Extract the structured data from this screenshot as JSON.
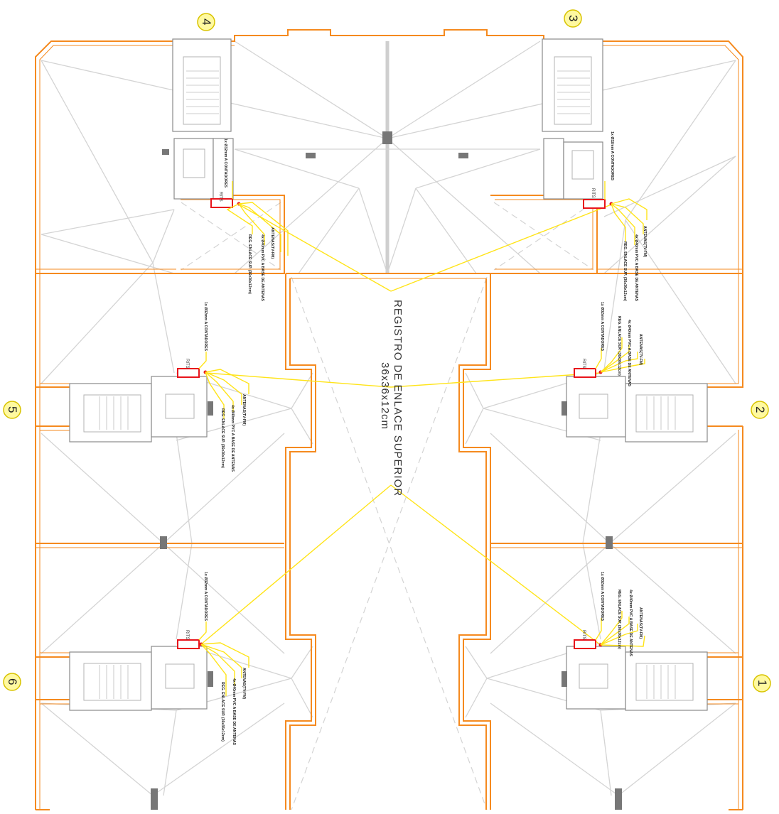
{
  "drawing": {
    "center_label_line1": "REGISTRO DE ENLACE SUPERIOR",
    "center_label_line2": "36x36x12cm"
  },
  "colors": {
    "walls": "#f58a1f",
    "cables": "#ffe419",
    "registers": "#e8141b",
    "roof_lines": "#d4d4d4"
  },
  "towers": [
    {
      "number": "1",
      "rits": "RITS",
      "note1": "1x Ø32mm A CONTADORES",
      "note2": "REG. ENLACE SUP. (36x36x12cm)",
      "note3": "4x Ø40mm PVC A BASE DE ANTENAS",
      "note4": "ANTENAS(TV-FM)"
    },
    {
      "number": "2",
      "rits": "RITS",
      "note1": "1x Ø32mm A CONTADORES",
      "note2": "REG. ENLACE SUP. (36x36x12cm)",
      "note3": "4x Ø40mm PVC A BASE DE ANTENAS",
      "note4": "ANTENAS(TV-FM)"
    },
    {
      "number": "3",
      "rits": "RITS",
      "note1": "1x Ø32mm A CONTADORES",
      "note2": "REG. ENLACE SUP. (36x36x12cm)",
      "note3": "4x Ø40mm PVC A BASE DE ANTENAS",
      "note4": "ANTENAS(TV-FM)"
    },
    {
      "number": "4",
      "rits": "RITS",
      "note1": "1x Ø32mm A CONTADORES",
      "note2": "REG. ENLACE SUP. (36x36x12cm)",
      "note3": "4x Ø40mm PVC A BASE DE ANTENAS",
      "note4": "ANTENAS(TV-FM)"
    },
    {
      "number": "5",
      "rits": "RITS",
      "note1": "1x Ø32mm A CONTADORES",
      "note2": "REG. ENLACE SUP. (36x36x12cm)",
      "note3": "4x Ø40mm PVC A BASE DE ANTENAS",
      "note4": "ANTENAS(TV-FM)"
    },
    {
      "number": "6",
      "rits": "RITS",
      "note1": "1x Ø32mm A CONTADORES",
      "note2": "REG. ENLACE SUP. (36x36x12cm)",
      "note3": "4x Ø40mm PVC A BASE DE ANTENAS",
      "note4": "ANTENAS(TV-FM)"
    }
  ]
}
